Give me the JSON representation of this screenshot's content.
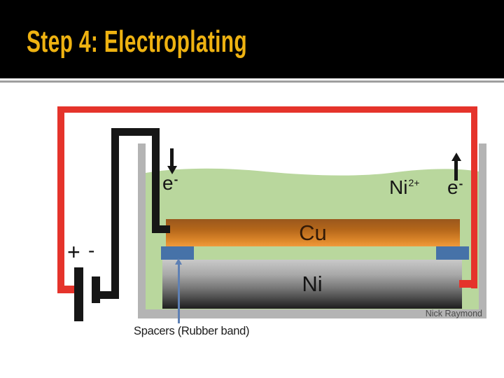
{
  "colors": {
    "header_bg": "#000000",
    "title": "#eeb211",
    "wire_positive": "#e5332b",
    "wire_negative": "#161616",
    "tank": "#b4b4b4",
    "solution": "#b9d79d",
    "copper_dark": "#9a571d",
    "copper_light": "#f09a3c",
    "nickel_light": "#c9c9c9",
    "nickel_dark": "#1d1d1d",
    "spacer": "#4672a8",
    "pointer": "#5e80b4"
  },
  "header": {
    "title": "Step 4: Electroplating"
  },
  "diagram": {
    "electron_left": {
      "base": "e",
      "sup": "-"
    },
    "electron_right": {
      "base": "e",
      "sup": "-"
    },
    "nickel_ion": {
      "base": "Ni",
      "sup": "2+"
    },
    "copper_electrode_label": "Cu",
    "nickel_electrode_label": "Ni",
    "battery": {
      "positive": "+",
      "negative": "-"
    },
    "spacers_label": "Spacers (Rubber band)",
    "credit": "Nick Raymond"
  }
}
